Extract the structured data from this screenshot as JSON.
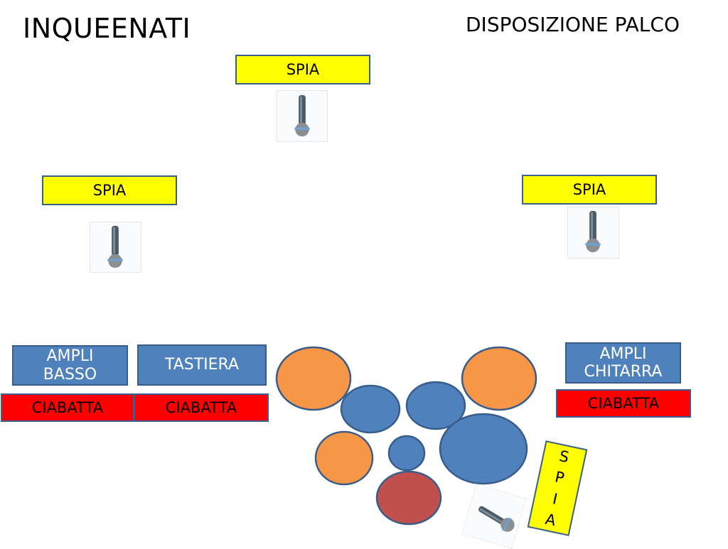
{
  "header": {
    "band_name": "INQUEENATI",
    "page_title": "DISPOSIZIONE PALCO"
  },
  "monitors": {
    "top": "SPIA",
    "left": "SPIA",
    "right": "SPIA",
    "drums_vertical": [
      "S",
      "P",
      "I",
      "A"
    ]
  },
  "amplifiers": {
    "bass": [
      "AMPLI",
      "BASSO"
    ],
    "keyboard": "TASTIERA",
    "guitar": [
      "AMPLI",
      "CHITARRA"
    ]
  },
  "power_strips": {
    "left_1": "CIABATTA",
    "left_2": "CIABATTA",
    "right": "CIABATTA"
  },
  "icons": {
    "microphone": "microphone-icon"
  },
  "colors": {
    "monitor_yellow": "#ffff00",
    "amp_blue": "#4f81bd",
    "strip_red": "#ff0000",
    "cymbal_orange": "#f79646",
    "drum_blue": "#4f81bd",
    "kick_red": "#c0504d",
    "outline": "#385d8a"
  },
  "drum_kit": {
    "cymbals": 3,
    "toms": 4,
    "kick": 1
  }
}
